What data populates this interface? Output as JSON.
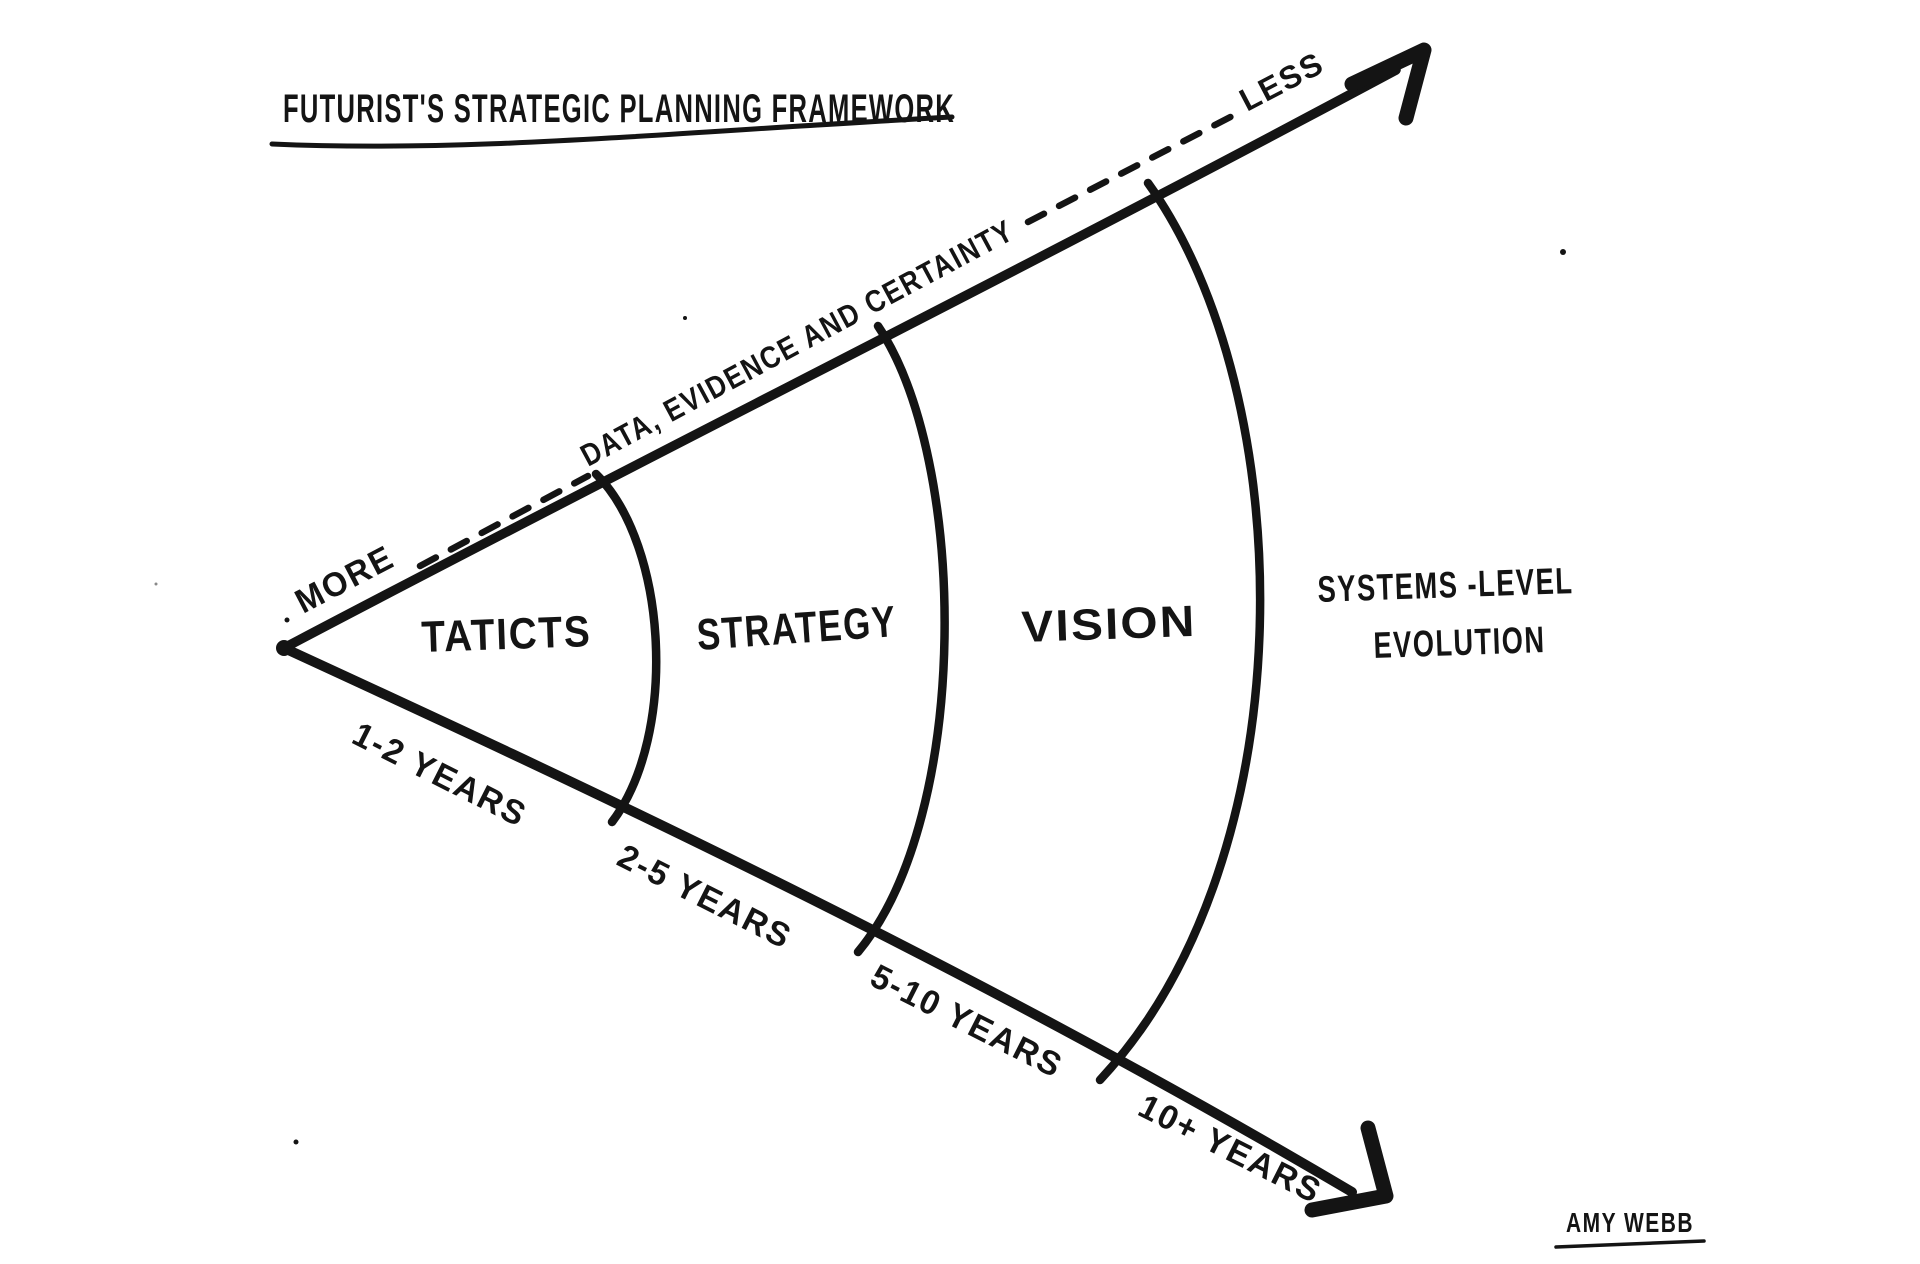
{
  "title": "FUTURIST'S STRATEGIC PLANNING FRAMEWORK",
  "certainty_axis": {
    "more": "MORE",
    "label": "DATA, EVIDENCE AND CERTAINTY",
    "less": "LESS"
  },
  "sections": [
    {
      "label": "TATICTS",
      "years": "1-2 YEARS"
    },
    {
      "label": "STRATEGY",
      "years": "2-5 YEARS"
    },
    {
      "label": "VISION",
      "years": "5-10 YEARS"
    },
    {
      "label_line1": "SYSTEMS -LEVEL",
      "label_line2": "EVOLUTION",
      "years": "10+ YEARS"
    }
  ],
  "signature": "AMY WEBB",
  "colors": {
    "ink": "#141414",
    "background": "#ffffff"
  }
}
